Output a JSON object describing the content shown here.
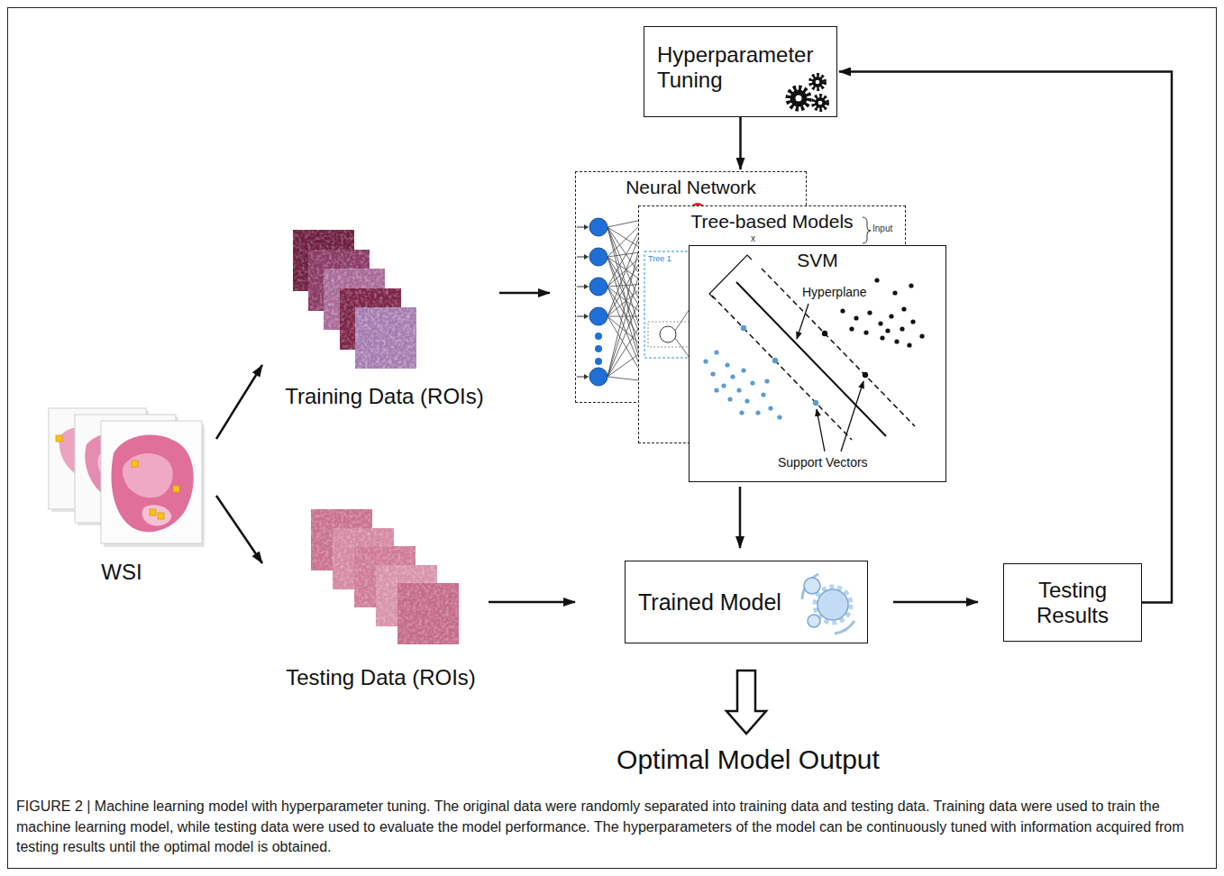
{
  "diagram": {
    "caption": "FIGURE 2 | Machine learning model with hyperparameter tuning. The original data were randomly separated into training data and testing data. Training data were used to train the machine learning model, while testing data were used to evaluate the model performance. The hyperparameters of the model can be continuously tuned with information acquired from testing results until the optimal model is obtained.",
    "nodes": [
      {
        "text": [
          "Hyperparameter Tuning"
        ]
      },
      {
        "text": [
          "Neural Network"
        ]
      },
      {
        "text": [
          "Tree-based Models"
        ]
      },
      {
        "text": [
          "SVM"
        ]
      },
      {
        "text": [
          "Training Data (ROIs)"
        ]
      },
      {
        "text": [
          "WSI"
        ]
      },
      {
        "text": [
          "Trained Model"
        ]
      },
      {
        "text": [
          "Testing Results"
        ]
      },
      {
        "text": [
          "Testing Data (ROIs)"
        ]
      },
      {
        "text": [
          "Optimal Model Output"
        ]
      }
    ],
    "edges": [
      {
        "from": 0,
        "to": 1,
        "arrow": "to"
      },
      {
        "from": 4,
        "to": 1,
        "arrow": "to"
      },
      {
        "from": 5,
        "to": 4,
        "arrow": "to"
      },
      {
        "from": 5,
        "to": 8,
        "arrow": "to"
      },
      {
        "from": 3,
        "to": 6,
        "arrow": "to"
      },
      {
        "from": 8,
        "to": 6,
        "arrow": "to"
      },
      {
        "from": 6,
        "to": 7,
        "arrow": "to"
      },
      {
        "from": 7,
        "to": 0,
        "arrow": "to"
      },
      {
        "from": 6,
        "to": 9,
        "arrow": "to"
      }
    ],
    "labels": [
      "x",
      "Input",
      "Tree 1",
      "Hyperplane",
      "Support Vectors"
    ]
  }
}
